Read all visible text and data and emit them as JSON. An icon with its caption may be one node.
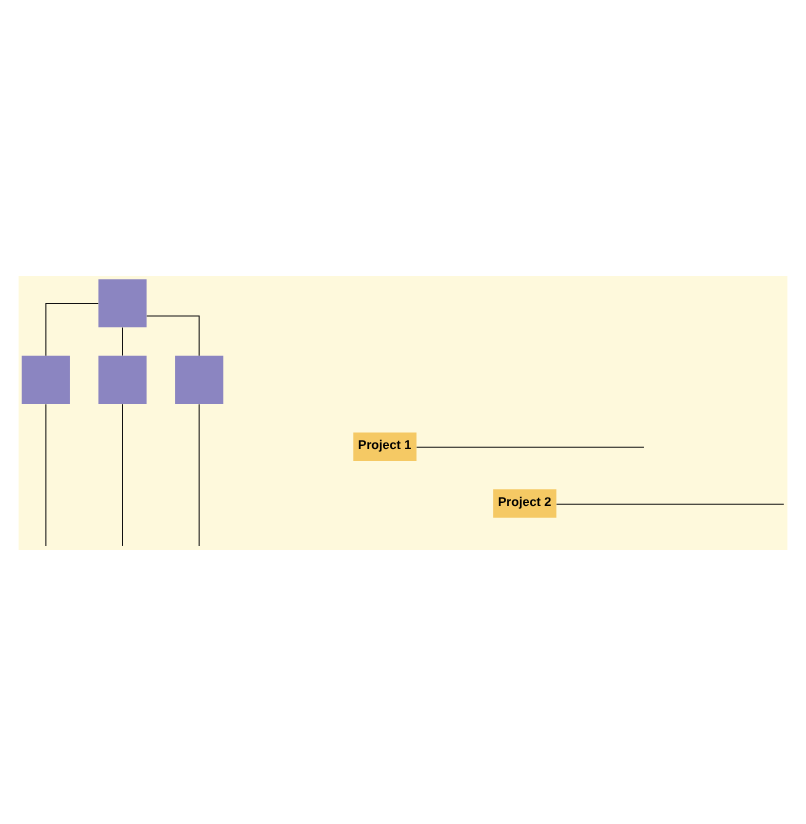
{
  "diagram": {
    "nodes": [
      {
        "text": [],
        "shape": "box"
      },
      {
        "text": [],
        "shape": "box"
      },
      {
        "text": [],
        "shape": "box"
      },
      {
        "text": [],
        "shape": "box"
      },
      {
        "text": [
          "Project 1"
        ]
      },
      {
        "text": [
          "Project 2"
        ]
      }
    ],
    "edges": [
      {
        "from": 0,
        "to": 1,
        "arrow": "none"
      },
      {
        "from": 0,
        "to": 2,
        "arrow": "none"
      },
      {
        "from": 0,
        "to": 3,
        "arrow": "none"
      },
      {
        "from": 4,
        "to": null,
        "arrow": "none"
      },
      {
        "from": 5,
        "to": null,
        "arrow": "none"
      },
      {
        "from": 1,
        "to": null,
        "arrow": "none"
      },
      {
        "from": 2,
        "to": null,
        "arrow": "none"
      },
      {
        "from": 3,
        "to": null,
        "arrow": "none"
      }
    ]
  }
}
